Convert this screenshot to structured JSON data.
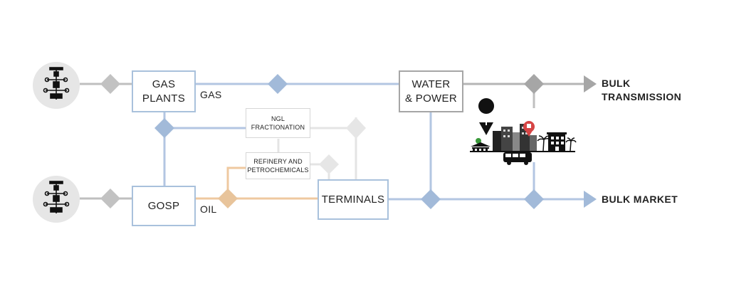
{
  "nodes": {
    "gas_plants": "GAS\nPLANTS",
    "gosp": "GOSP",
    "ngl": "NGL\nFRACTIONATION",
    "refinery": "REFINERY AND\nPETROCHEMICALS",
    "terminals": "TERMINALS",
    "water_power": "WATER\n& POWER"
  },
  "labels": {
    "gas": "GAS",
    "oil": "OIL"
  },
  "outputs": {
    "bulk_transmission": "BULK\nTRANSMISSION",
    "bulk_market": "BULK MARKET"
  },
  "colors": {
    "gas_line": "#b3c6e2",
    "oil_line": "#efc9a0",
    "gray_line": "#bfbfbf",
    "light_line": "#e4e4e4",
    "diamond_gray": "#c2c2c2",
    "diamond_blue": "#a2bad9",
    "diamond_orange": "#e8c49b",
    "diamond_light": "#e6e6e6",
    "arrow_gray": "#a6a6a6",
    "arrow_blue": "#a2bad9"
  },
  "icons": [
    "wellhead-icon",
    "city-icon",
    "airport-pin-icon",
    "bus-stop-pin-icon",
    "bus-icon",
    "bank-icon",
    "hotel-icon",
    "palm-tree-icon"
  ]
}
